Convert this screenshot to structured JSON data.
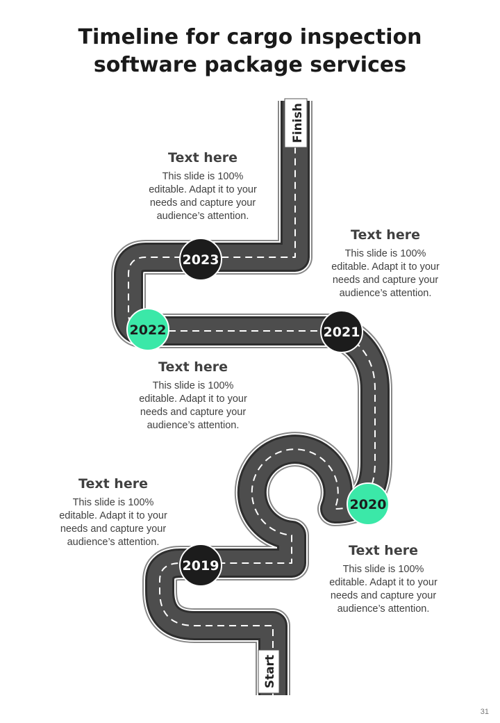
{
  "title": {
    "line1": "Timeline for cargo inspection",
    "line2": "software package services"
  },
  "road": {
    "start_label": "Start",
    "finish_label": "Finish"
  },
  "milestones": [
    {
      "year": "2019",
      "color": "#1c1c1c"
    },
    {
      "year": "2020",
      "color": "#3be8a8"
    },
    {
      "year": "2021",
      "color": "#1c1c1c"
    },
    {
      "year": "2022",
      "color": "#3be8a8"
    },
    {
      "year": "2023",
      "color": "#1c1c1c"
    }
  ],
  "text_blocks": [
    {
      "heading": "Text here",
      "lines": [
        "This slide is 100%",
        "editable. Adapt it to your",
        "needs and capture your",
        "audience’s attention."
      ]
    },
    {
      "heading": "Text here",
      "lines": [
        "This slide is 100%",
        "editable. Adapt it to your",
        "needs and capture your",
        "audience’s attention."
      ]
    },
    {
      "heading": "Text here",
      "lines": [
        "This slide is 100%",
        "editable. Adapt it to your",
        "needs and capture your",
        "audience’s attention."
      ]
    },
    {
      "heading": "Text here",
      "lines": [
        "This slide is 100%",
        "editable. Adapt it to your",
        "needs and capture your",
        "audience’s attention."
      ]
    },
    {
      "heading": "Text here",
      "lines": [
        "This slide is 100%",
        "editable. Adapt it to your",
        "needs and capture your",
        "audience’s attention."
      ]
    }
  ],
  "colors": {
    "road": "#4d4d4d",
    "edge": "#2e2e2e",
    "accent": "#3be8a8",
    "dark": "#1c1c1c"
  },
  "page_number": "31"
}
